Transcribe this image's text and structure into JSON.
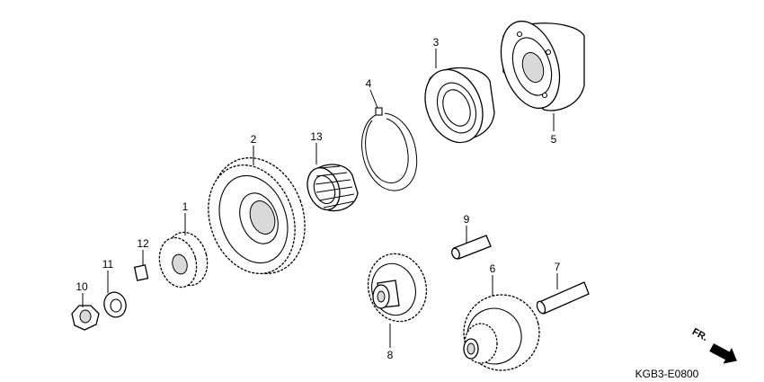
{
  "diagram": {
    "code": "KGB3-E0800",
    "direction_label": "FR.",
    "callouts": [
      "1",
      "2",
      "3",
      "4",
      "5",
      "6",
      "7",
      "8",
      "9",
      "10",
      "11",
      "12",
      "13"
    ]
  }
}
